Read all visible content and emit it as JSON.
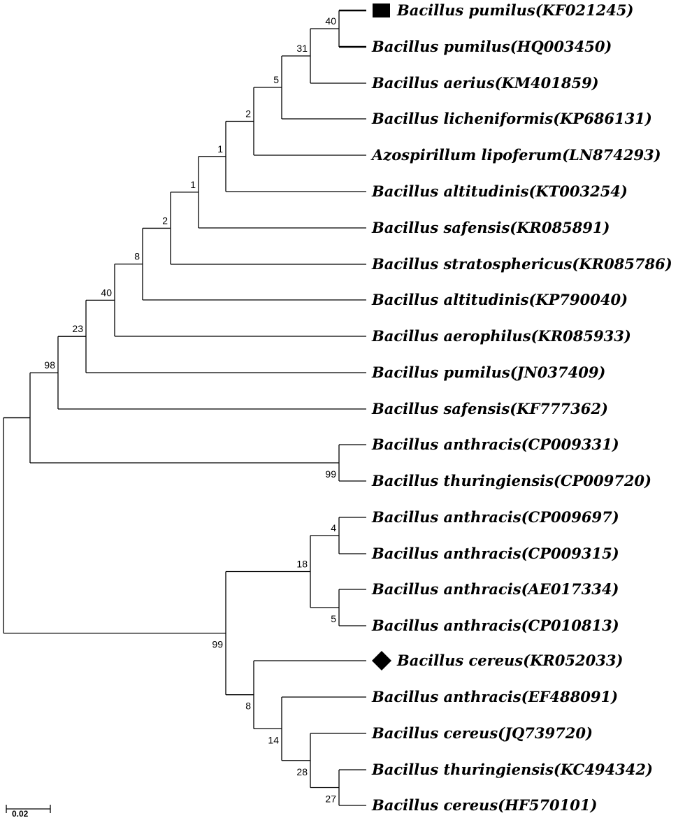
{
  "colors": {
    "line": "#000000",
    "text": "#000000",
    "background": "#ffffff"
  },
  "leaves": [
    {
      "label": "Bacillus pumilus(KF021245)",
      "marker": "square-marker"
    },
    {
      "label": "Bacillus pumilus(HQ003450)"
    },
    {
      "label": "Bacillus aerius(KM401859)"
    },
    {
      "label": "Bacillus licheniformis(KP686131)"
    },
    {
      "label": "Azospirillum lipoferum(LN874293)"
    },
    {
      "label": "Bacillus altitudinis(KT003254)"
    },
    {
      "label": "Bacillus safensis(KR085891)"
    },
    {
      "label": "Bacillus stratosphericus(KR085786)"
    },
    {
      "label": "Bacillus altitudinis(KP790040)"
    },
    {
      "label": "Bacillus aerophilus(KR085933)"
    },
    {
      "label": "Bacillus pumilus(JN037409)"
    },
    {
      "label": "Bacillus safensis(KF777362)"
    },
    {
      "label": "Bacillus anthracis(CP009331)"
    },
    {
      "label": "Bacillus thuringiensis(CP009720)"
    },
    {
      "label": "Bacillus anthracis(CP009697)"
    },
    {
      "label": "Bacillus anthracis(CP009315)"
    },
    {
      "label": "Bacillus anthracis(AE017334)"
    },
    {
      "label": "Bacillus anthracis(CP010813)"
    },
    {
      "label": "Bacillus cereus(KR052033)",
      "marker": "diamond-marker"
    },
    {
      "label": "Bacillus anthracis(EF488091)"
    },
    {
      "label": "Bacillus cereus(JQ739720)"
    },
    {
      "label": "Bacillus thuringiensis(KC494342)"
    },
    {
      "label": "Bacillus cereus(HF570101)"
    }
  ],
  "bootstrap_values": [
    "40",
    "31",
    "5",
    "2",
    "1",
    "1",
    "2",
    "8",
    "40",
    "23",
    "98",
    "99",
    "4",
    "5",
    "18",
    "27",
    "28",
    "14",
    "8",
    "99"
  ],
  "scale_bar": {
    "label": "0.02"
  }
}
